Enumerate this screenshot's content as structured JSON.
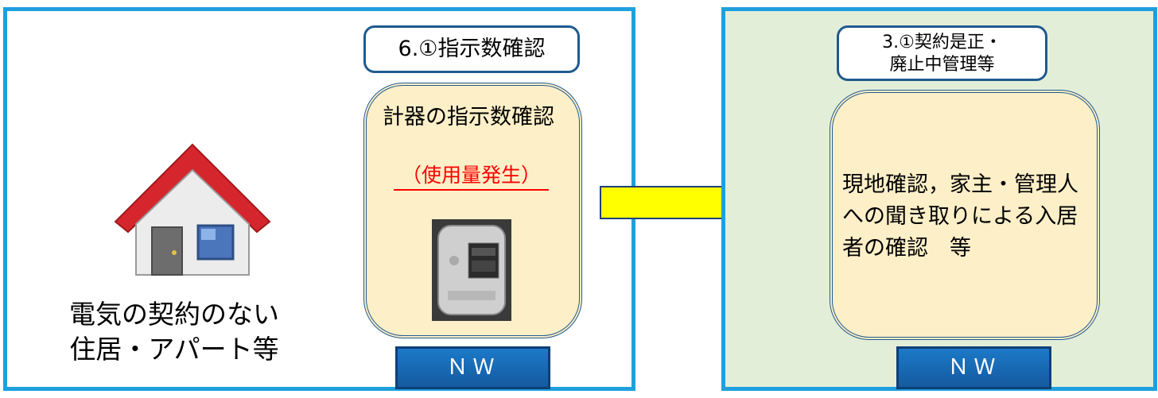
{
  "left_panel": {
    "step_label": "6.①指示数確認",
    "card": {
      "title": "計器の指示数確認",
      "note": "（使用量発生）",
      "image": "electric-meter"
    },
    "button_label": "ＮＷ",
    "house_icon": "house-icon",
    "caption_line1": "電気の契約のない",
    "caption_line2": "住居・アパート等"
  },
  "right_panel": {
    "step_label_line1": "3.①契約是正・",
    "step_label_line2": "廃止中管理等",
    "card": {
      "body": "現地確認，家主・管理人への聞き取りによる入居者の確認　等"
    },
    "button_label": "ＮＷ"
  },
  "colors": {
    "panel_border": "#1ea0de",
    "right_panel_bg": "#e3eed9",
    "card_bg": "#fdefc8",
    "card_border": "#1f5a8f",
    "arrow_fill": "#ffff00",
    "button_bg": "#1c6fbe",
    "note_text": "#ff0000"
  },
  "arrow": {
    "direction": "right"
  }
}
